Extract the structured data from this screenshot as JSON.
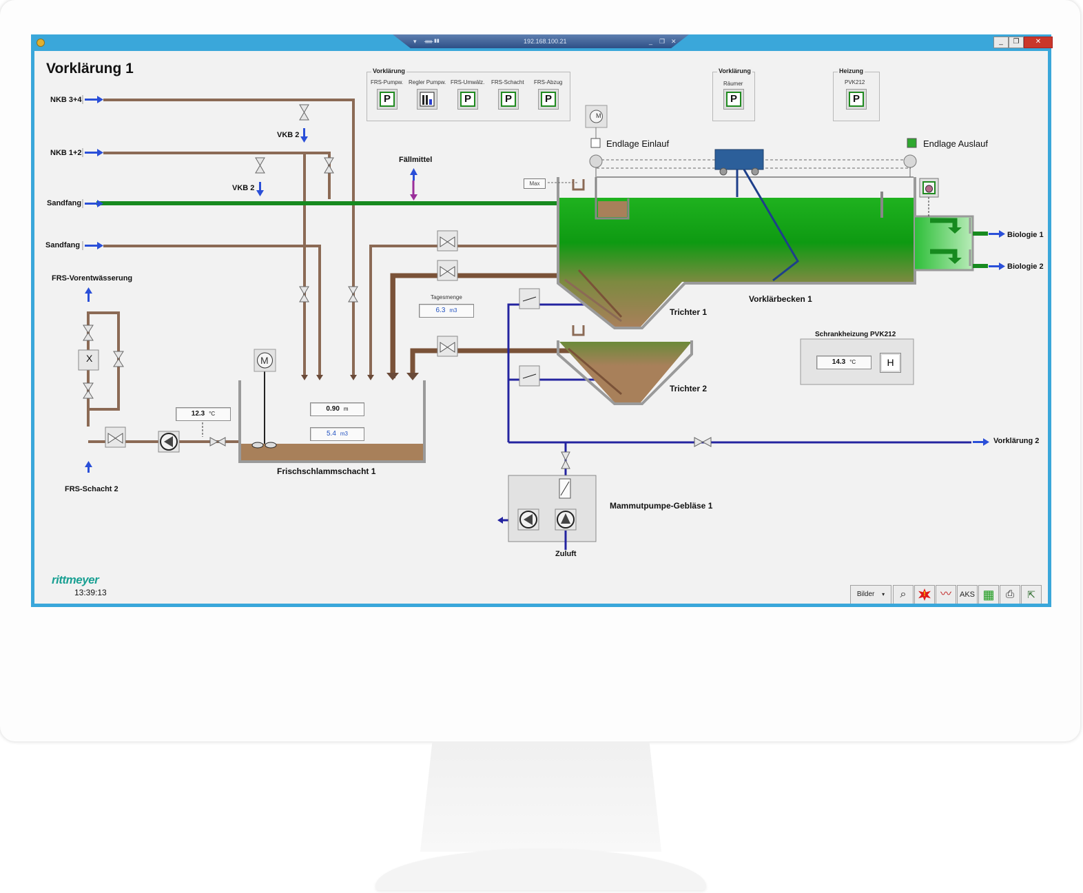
{
  "window": {
    "connection": "192.168.100.21",
    "pin_glyph": "ᚔ",
    "signal_glyph": "▮▮",
    "min": "_",
    "restore": "❐",
    "close": "✕",
    "conn_arrow": "▾"
  },
  "page_title": "Vorklärung 1",
  "inlets": {
    "nkb34": "NKB 3+4",
    "nkb12": "NKB 1+2",
    "sandfang1": "Sandfang",
    "sandfang2": "Sandfang",
    "vkb2_a": "VKB 2",
    "vkb2_b": "VKB 2",
    "faellmittel": "Fällmittel",
    "frs_vorent": "FRS-Vorentwässerung",
    "frs_schacht2": "FRS-Schacht 2"
  },
  "groups": {
    "vorklaerung": {
      "title": "Vorklärung",
      "items": [
        {
          "label": "FRS-Pumpw.",
          "glyph": "P"
        },
        {
          "label": "Regler Pumpw.",
          "glyph": ""
        },
        {
          "label": "FRS-Umwälz.",
          "glyph": "P"
        },
        {
          "label": "FRS-Schacht",
          "glyph": "P"
        },
        {
          "label": "FRS-Abzug",
          "glyph": "P"
        }
      ]
    },
    "vorklaerung_raeumer": {
      "title": "Vorklärung",
      "label": "Räumer",
      "glyph": "P"
    },
    "heizung": {
      "title": "Heizung",
      "label": "PVK212",
      "glyph": "P"
    }
  },
  "basin": {
    "name": "Vorklärbecken 1",
    "endlage_einlauf": "Endlage Einlauf",
    "endlage_auslauf": "Endlage Auslauf",
    "max": "Max",
    "motor": "M",
    "trichter1": "Trichter 1",
    "trichter2": "Trichter 2",
    "biologie1": "Biologie 1",
    "biologie2": "Biologie 2",
    "vorklaerung2": "Vorklärung 2"
  },
  "tagesmenge": {
    "label": "Tagesmenge",
    "value": "6.3",
    "unit": "m3"
  },
  "schacht": {
    "name": "Frischschlammschacht 1",
    "level": "0.90",
    "level_unit": "m",
    "volume": "5.4",
    "volume_unit": "m3",
    "motor": "M"
  },
  "temp_pipe": {
    "value": "12.3",
    "unit": "°C"
  },
  "schrankheizung": {
    "title": "Schrankheizung PVK212",
    "value": "14.3",
    "unit": "°C",
    "button": "H"
  },
  "mammut": {
    "name": "Mammutpumpe-Gebläse 1",
    "zuluft": "Zuluft"
  },
  "valve_x": "X",
  "footer": {
    "logo": "rittmeyer",
    "time": "13:39:13"
  },
  "toolbar": {
    "bilder": "Bilder",
    "bilder_arrow": "▾",
    "search": "⌕",
    "alarm": "!",
    "trend": "〰",
    "aks": "AKS",
    "plc": "▦",
    "print": "⎙",
    "exit": "⇱"
  },
  "colors": {
    "sludge": "#a8805a",
    "water_green": "#17a31c",
    "flow_blue": "#2424a0",
    "pipe_brown": "#8b6a55"
  }
}
